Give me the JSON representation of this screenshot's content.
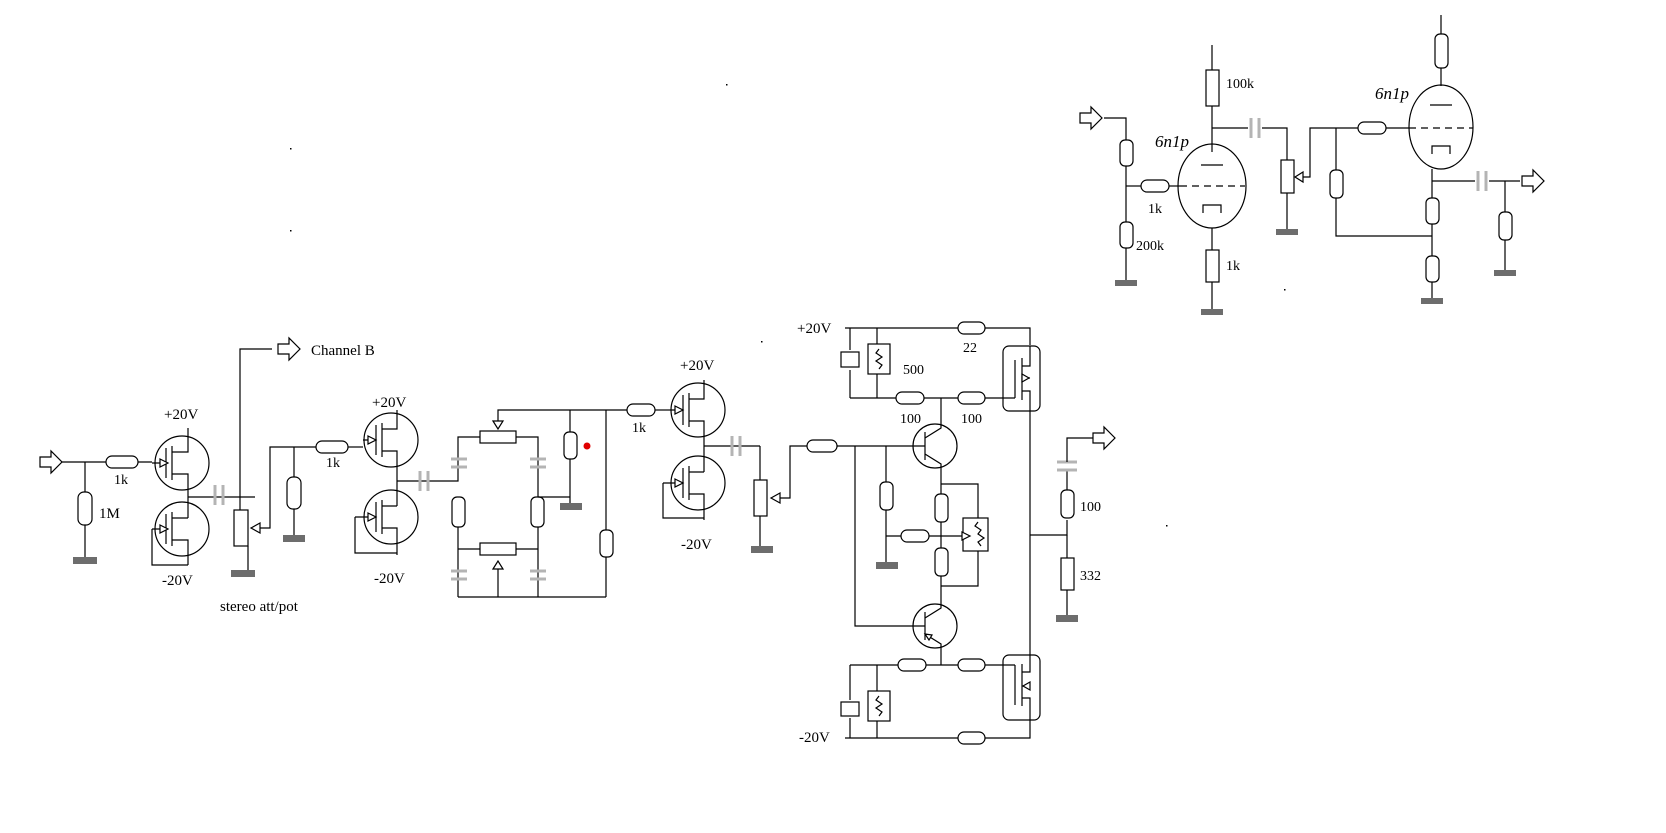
{
  "labels": {
    "r_in_1k": "1k",
    "r_in_1m": "1M",
    "v1_pos": "+20V",
    "v1_neg": "-20V",
    "channel_b": "Channel B",
    "stereo_pot": "stereo att/pot",
    "r2_1k": "1k",
    "v2_pos": "+20V",
    "v2_neg": "-20V",
    "r3_1k": "1k",
    "v3_pos": "+20V",
    "v3_neg": "-20V",
    "out_pos": "+20V",
    "out_neg": "-20V",
    "r_500": "500",
    "r_22": "22",
    "r_100a": "100",
    "r_100b": "100",
    "r_100c": "100",
    "r_332": "332",
    "tube_r_100k": "100k",
    "tube_r_1k_grid": "1k",
    "tube_r_200k": "200k",
    "tube_r_1k_cath": "1k",
    "tube1": "6n1p",
    "tube2": "6n1p"
  },
  "colors": {
    "wire": "#000000",
    "ground": "#6d6d6d",
    "capacitor": "#b4b4b4",
    "marker": "#e00000"
  }
}
